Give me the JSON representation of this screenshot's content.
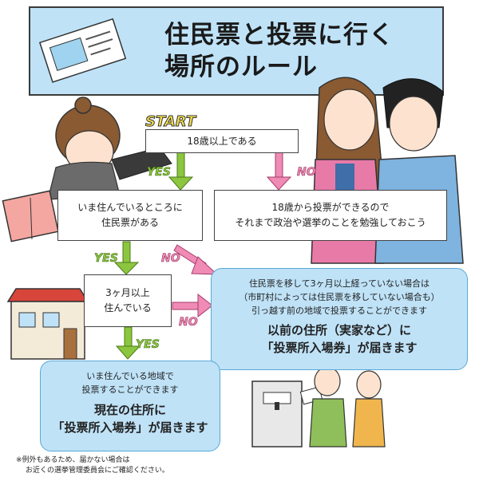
{
  "title": {
    "line1": "住民票と投票に行く",
    "line2": "場所のルール"
  },
  "flow": {
    "start_label": "START",
    "q1": "18歳以上である",
    "q2_line1": "いま住んでいるところに",
    "q2_line2": "住民票がある",
    "q3_line1": "3ヶ月以上",
    "q3_line2": "住んでいる",
    "under18_line1": "18歳から投票ができるので",
    "under18_line2": "それまで政治や選挙のことを勉強しておこう",
    "prev_line1": "住民票を移して3ヶ月以上経っていない場合は",
    "prev_line2": "（市町村によっては住民票を移していない場合も）",
    "prev_line3": "引っ越す前の地域で投票することができます",
    "prev_strong1": "以前の住所（実家など）に",
    "prev_strong2": "「投票所入場券」が届きます",
    "curr_line1": "いま住んでいる地域で",
    "curr_line2": "投票することができます",
    "curr_strong1": "現在の住所に",
    "curr_strong2": "「投票所入場券」が届きます",
    "yes": "YES",
    "no": "NO"
  },
  "footnote": {
    "line1": "※例外もあるため、届かない場合は",
    "line2": "お近くの選挙管理委員会にご確認ください。"
  },
  "colors": {
    "title_bg": "#bfe2f7",
    "yes_arrow": "#8cc63f",
    "no_arrow": "#f08bb6",
    "result_box": "#bfe2f7"
  }
}
